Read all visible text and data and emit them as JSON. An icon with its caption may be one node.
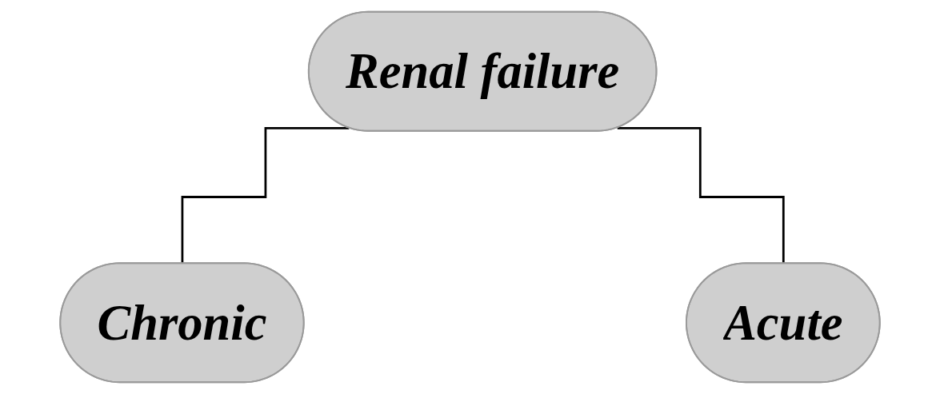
{
  "diagram": {
    "nodes": [
      {
        "text": [
          "Renal failure"
        ]
      },
      {
        "text": [
          "Chronic"
        ]
      },
      {
        "text": [
          "Acute"
        ]
      }
    ],
    "edges": [
      {
        "from": 0,
        "to": 1,
        "arrow": "none"
      },
      {
        "from": 0,
        "to": 2,
        "arrow": "none"
      }
    ]
  }
}
